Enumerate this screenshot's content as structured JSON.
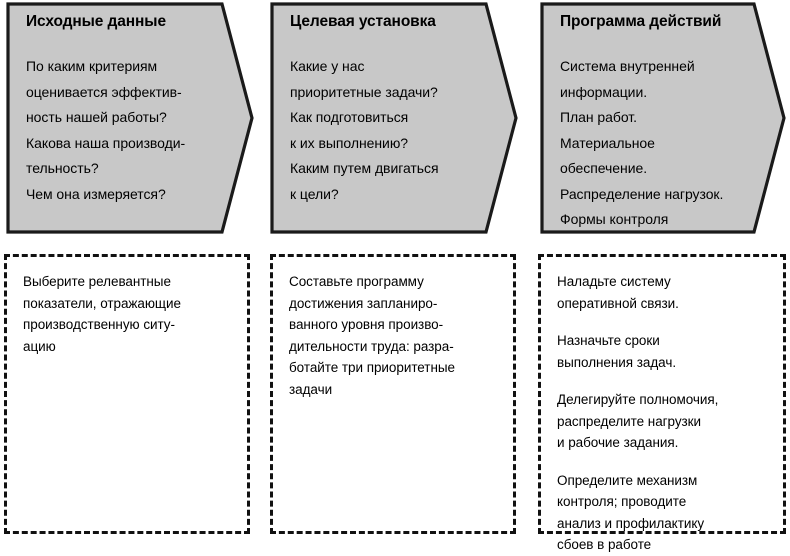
{
  "colors": {
    "panel_fill": "#c8c8c8",
    "panel_stroke": "#1a1a1a",
    "dashed_stroke": "#111111",
    "text": "#000000",
    "background": "#ffffff"
  },
  "top_panels": [
    {
      "title": "Исходные данные",
      "lines": [
        "По каким критериям",
        "оценивается эффектив-",
        "ность нашей работы?",
        "Какова наша производи-",
        "тельность?",
        "Чем она измеряется?"
      ]
    },
    {
      "title": "Целевая установка",
      "lines": [
        "Какие у нас",
        "приоритетные задачи?",
        "Как подготовиться",
        "к их выполнению?",
        "Каким путем двигаться",
        "к цели?"
      ]
    },
    {
      "title": "Программа действий",
      "lines": [
        "Система внутренней",
        "информации.",
        "План работ.",
        "Материальное",
        "обеспечение.",
        "Распределение нагрузок.",
        "Формы контроля"
      ]
    }
  ],
  "bottom_boxes": [
    {
      "paragraphs": [
        [
          "Выберите релевантные",
          "показатели, отражающие",
          "производственную ситу-",
          "ацию"
        ]
      ]
    },
    {
      "paragraphs": [
        [
          "Составьте программу",
          "достижения запланиро-",
          "ванного уровня произво-",
          "дительности труда: разра-",
          "ботайте три приоритетные",
          "задачи"
        ]
      ]
    },
    {
      "paragraphs": [
        [
          "Наладьте систему",
          "оперативной связи."
        ],
        [
          "Назначьте сроки",
          "выполнения задач."
        ],
        [
          "Делегируйте полномочия,",
          "распределите нагрузки",
          "и рабочие задания."
        ],
        [
          "Определите механизм",
          "контроля; проводите",
          "анализ и профилактику",
          "сбоев в работе"
        ]
      ]
    }
  ]
}
